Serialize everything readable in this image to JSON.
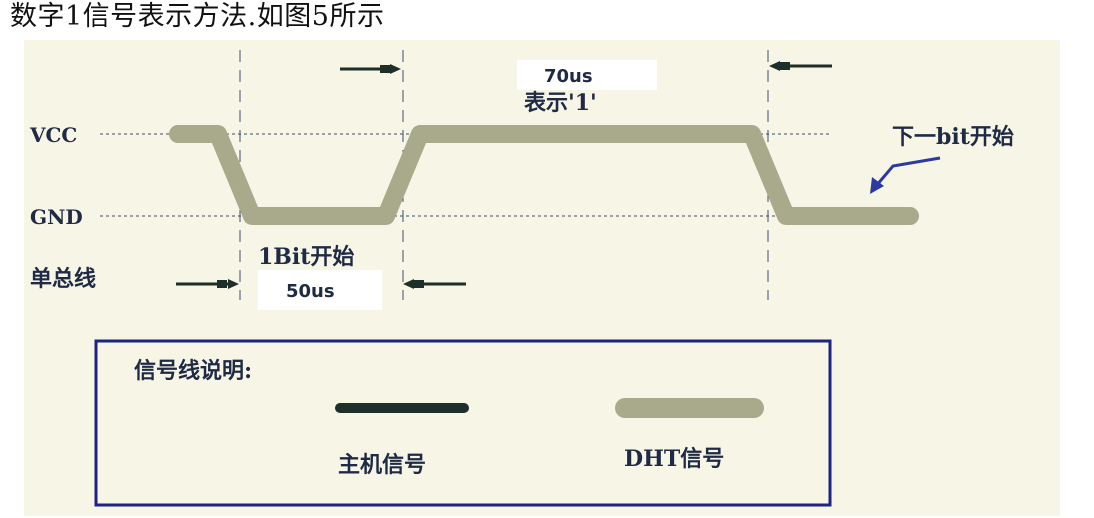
{
  "caption": "数字1信号表示方法.如图5所示",
  "diagram": {
    "vcc_label": "VCC",
    "gnd_label": "GND",
    "bus_label": "单总线",
    "start_label": "1Bit开始",
    "low_duration": "50us",
    "high_duration": "70us",
    "high_meaning": "表示'1'",
    "next_label": "下一bit开始",
    "legend": {
      "title": "信号线说明:",
      "host_label": "主机信号",
      "dht_label": "DHT信号"
    }
  },
  "colors": {
    "background": "#f7f5e6",
    "dht_signal": "#a9a98b",
    "host_signal": "#1e2f29",
    "legend_border": "#1c2580",
    "text": "#1f2a44"
  }
}
